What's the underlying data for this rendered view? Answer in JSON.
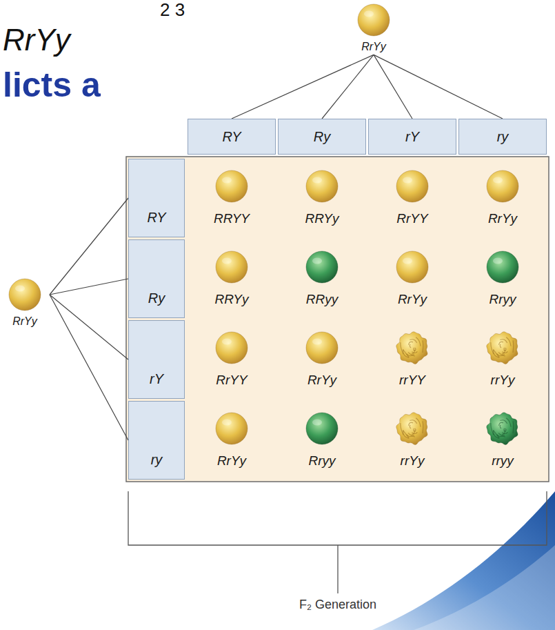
{
  "diagram": {
    "caption": "F₂ Generation",
    "nodes": [
      {
        "text": [
          "RrYy"
        ]
      },
      {
        "text": [
          "RY"
        ]
      },
      {
        "text": [
          "Ry"
        ]
      },
      {
        "text": [
          "rY"
        ]
      },
      {
        "text": [
          "ry"
        ]
      },
      {
        "text": [
          "RrYy"
        ]
      },
      {
        "text": [
          "RY"
        ]
      },
      {
        "text": [
          "RRYY"
        ]
      },
      {
        "text": [
          "RRYy"
        ]
      },
      {
        "text": [
          "RrYY"
        ]
      },
      {
        "text": [
          "RrYy"
        ]
      },
      {
        "text": [
          "Ry"
        ]
      },
      {
        "text": [
          "RRYy"
        ]
      },
      {
        "text": [
          "RRyy"
        ]
      },
      {
        "text": [
          "RrYy"
        ]
      },
      {
        "text": [
          "Rryy"
        ]
      },
      {
        "text": [
          "rY"
        ]
      },
      {
        "text": [
          "RrYY"
        ]
      },
      {
        "text": [
          "RrYy"
        ]
      },
      {
        "text": [
          "rrYY"
        ]
      },
      {
        "text": [
          "rrYy"
        ]
      },
      {
        "text": [
          "ry"
        ]
      },
      {
        "text": [
          "RrYy"
        ]
      },
      {
        "text": [
          "Rryy"
        ]
      },
      {
        "text": [
          "rrYy"
        ]
      },
      {
        "text": [
          "rryy"
        ]
      }
    ],
    "edges": [
      {
        "from": 0,
        "to": 1,
        "arrow": "none"
      },
      {
        "from": 0,
        "to": 2,
        "arrow": "none"
      },
      {
        "from": 0,
        "to": 3,
        "arrow": "none"
      },
      {
        "from": 0,
        "to": 4,
        "arrow": "none"
      },
      {
        "from": 5,
        "to": 6,
        "arrow": "none"
      },
      {
        "from": 5,
        "to": 11,
        "arrow": "none"
      },
      {
        "from": 5,
        "to": 16,
        "arrow": "none"
      },
      {
        "from": 5,
        "to": 21,
        "arrow": "none"
      }
    ],
    "labels": [
      "2 3",
      "RrYy",
      "licts a"
    ]
  }
}
